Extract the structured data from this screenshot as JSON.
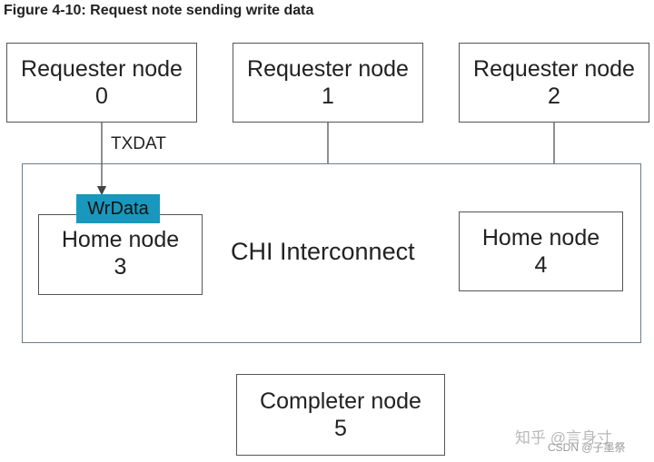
{
  "caption": "Figure 4-10: Request note sending write data",
  "requesters": [
    {
      "label": "Requester node",
      "id": "0"
    },
    {
      "label": "Requester node",
      "id": "1"
    },
    {
      "label": "Requester node",
      "id": "2"
    }
  ],
  "interconnect": {
    "label": "CHI Interconnect"
  },
  "home_nodes": [
    {
      "label": "Home node",
      "id": "3"
    },
    {
      "label": "Home node",
      "id": "4"
    }
  ],
  "completer": {
    "label": "Completer node",
    "id": "5"
  },
  "channel_label": "TXDAT",
  "packet_label": "WrData",
  "colors": {
    "packet": "#1898bd",
    "border": "#555555",
    "interconnect_border": "#6b7d8c"
  },
  "watermarks": [
    "知乎 @言身寸",
    "CSDN @子墨祭"
  ]
}
